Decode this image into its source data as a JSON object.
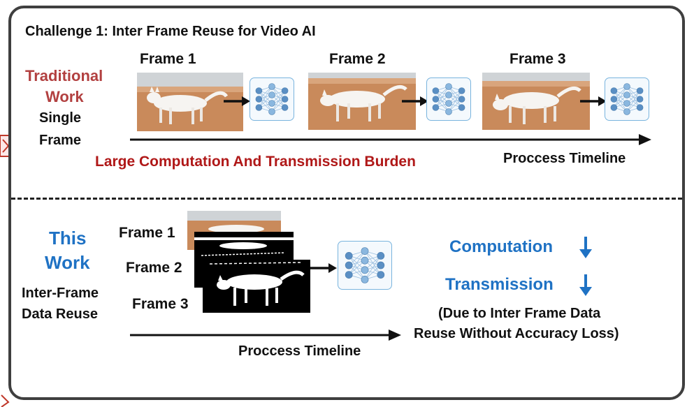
{
  "title": "Challenge 1: Inter Frame Reuse for Video AI",
  "top": {
    "label_line1": "Traditional",
    "label_line2": "Work",
    "label_line3": "Single",
    "label_line4": "Frame",
    "frames": [
      "Frame 1",
      "Frame 2",
      "Frame 3"
    ],
    "burden": "Large Computation And Transmission Burden",
    "timeline": "Proccess Timeline"
  },
  "bottom": {
    "label_line1": "This",
    "label_line2": "Work",
    "label_line3": "Inter-Frame",
    "label_line4": "Data Reuse",
    "frames": [
      "Frame 1",
      "Frame 2",
      "Frame 3"
    ],
    "computation": "Computation",
    "transmission": "Transmission",
    "note_line1": "(Due to Inter Frame Data",
    "note_line2": "Reuse Without Accuracy Loss)",
    "timeline": "Proccess Timeline"
  },
  "colors": {
    "traditional": "#b24040",
    "burden": "#b01818",
    "this_work": "#1f72c4",
    "nn_node": "#8ab7df",
    "nn_node_dark": "#5a8fc4"
  }
}
